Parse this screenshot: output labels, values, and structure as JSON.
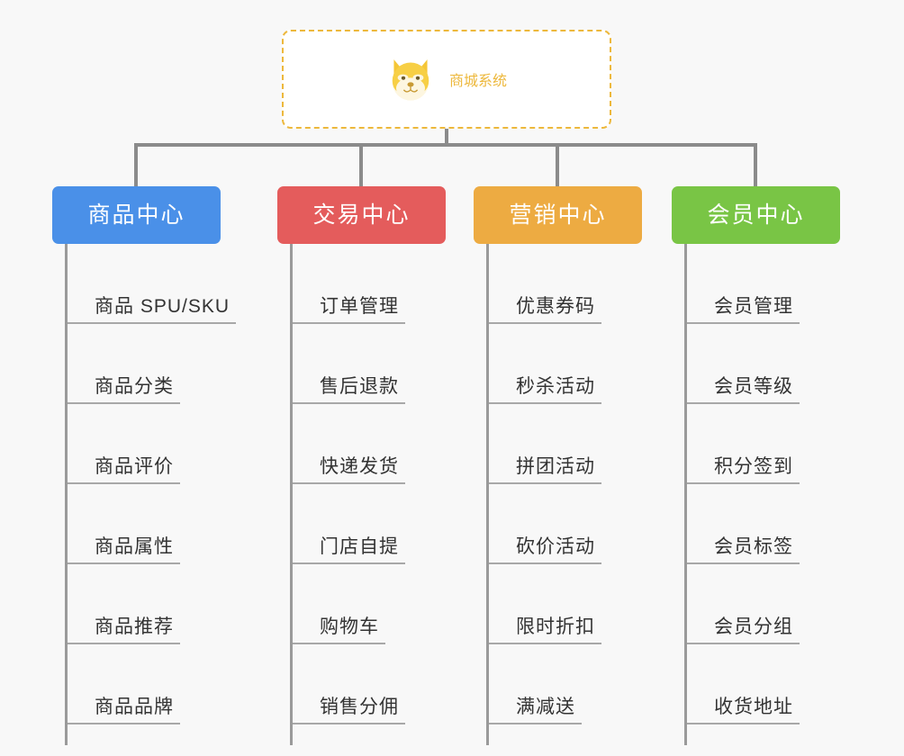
{
  "page": {
    "background_color": "#f8f8f8",
    "type": "organization-mindmap"
  },
  "root": {
    "title": "商城系统",
    "icon": "shiba-dog-face-icon",
    "border_color": "#edb83c",
    "text_color": "#edb83c",
    "background_color": "#ffffff"
  },
  "connector": {
    "color": "#8b8b8b"
  },
  "categories": [
    {
      "label": "商品中心",
      "color": "#4a90e8",
      "items": [
        {
          "label": "商品 SPU/SKU"
        },
        {
          "label": "商品分类"
        },
        {
          "label": "商品评价"
        },
        {
          "label": "商品属性"
        },
        {
          "label": "商品推荐"
        },
        {
          "label": "商品品牌"
        }
      ]
    },
    {
      "label": "交易中心",
      "color": "#e45c5c",
      "items": [
        {
          "label": "订单管理"
        },
        {
          "label": "售后退款"
        },
        {
          "label": "快递发货"
        },
        {
          "label": "门店自提"
        },
        {
          "label": "购物车"
        },
        {
          "label": "销售分佣"
        }
      ]
    },
    {
      "label": "营销中心",
      "color": "#edab42",
      "items": [
        {
          "label": "优惠券码"
        },
        {
          "label": "秒杀活动"
        },
        {
          "label": "拼团活动"
        },
        {
          "label": "砍价活动"
        },
        {
          "label": "限时折扣"
        },
        {
          "label": "满减送"
        }
      ]
    },
    {
      "label": "会员中心",
      "color": "#79c545",
      "items": [
        {
          "label": "会员管理"
        },
        {
          "label": "会员等级"
        },
        {
          "label": "积分签到"
        },
        {
          "label": "会员标签"
        },
        {
          "label": "会员分组"
        },
        {
          "label": "收货地址"
        }
      ]
    }
  ]
}
